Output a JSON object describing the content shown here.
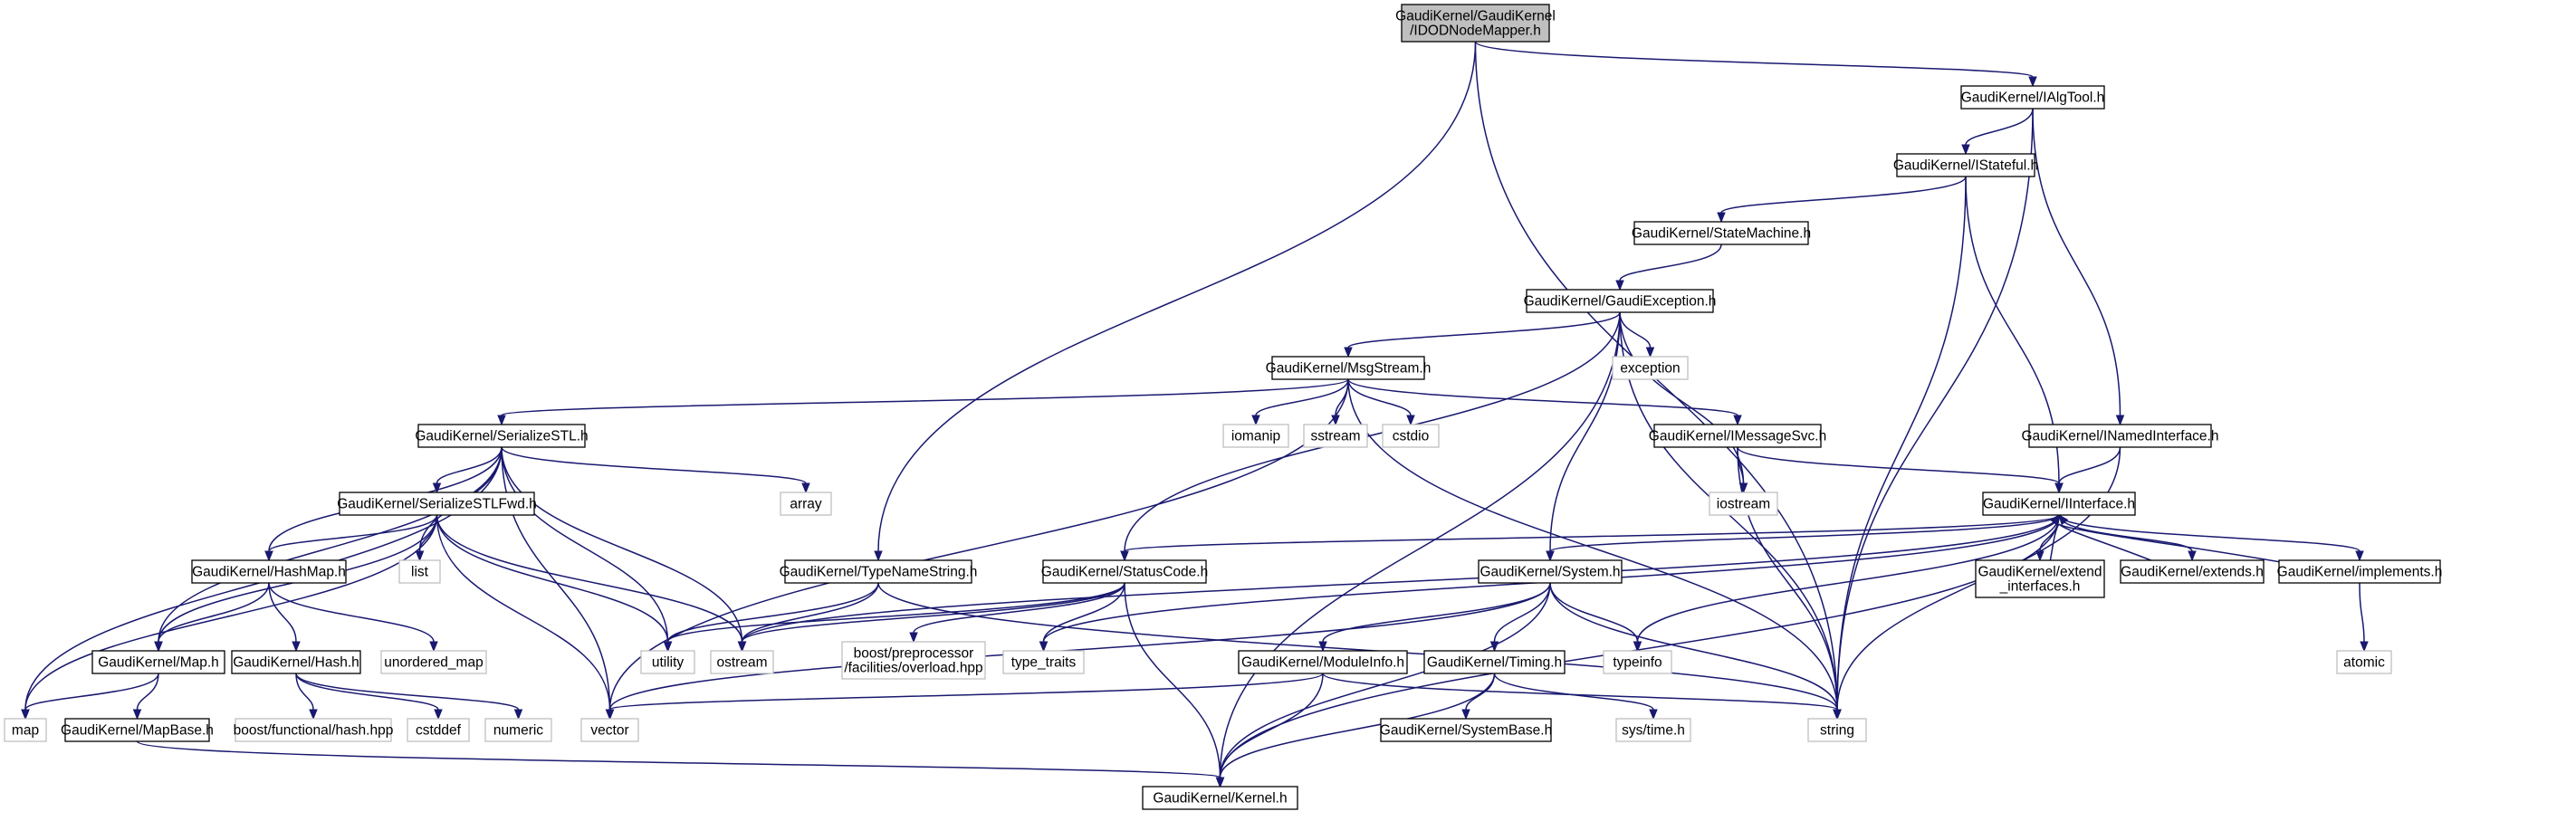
{
  "nodes": {
    "root": [
      "GaudiKernel/GaudiKernel",
      "/IDODNodeMapper.h"
    ],
    "ialgtool": [
      "GaudiKernel/IAlgTool.h"
    ],
    "istateful": [
      "GaudiKernel/IStateful.h"
    ],
    "statemachine": [
      "GaudiKernel/StateMachine.h"
    ],
    "gaudiexception": [
      "GaudiKernel/GaudiException.h"
    ],
    "exception": [
      "exception"
    ],
    "msgstream": [
      "GaudiKernel/MsgStream.h"
    ],
    "iomanip": [
      "iomanip"
    ],
    "sstream": [
      "sstream"
    ],
    "cstdio": [
      "cstdio"
    ],
    "imessagesvc": [
      "GaudiKernel/IMessageSvc.h"
    ],
    "inamedinterface": [
      "GaudiKernel/INamedInterface.h"
    ],
    "iostream": [
      "iostream"
    ],
    "serializestl": [
      "GaudiKernel/SerializeSTL.h"
    ],
    "array": [
      "array"
    ],
    "serializestlfwd": [
      "GaudiKernel/SerializeSTLFwd.h"
    ],
    "list": [
      "list"
    ],
    "hashmap": [
      "GaudiKernel/HashMap.h"
    ],
    "typenamestring": [
      "GaudiKernel/TypeNameString.h"
    ],
    "statuscode": [
      "GaudiKernel/StatusCode.h"
    ],
    "iinterface": [
      "GaudiKernel/IInterface.h"
    ],
    "system": [
      "GaudiKernel/System.h"
    ],
    "extend_interfaces": [
      "GaudiKernel/extend",
      "_interfaces.h"
    ],
    "extends": [
      "GaudiKernel/extends.h"
    ],
    "implements": [
      "GaudiKernel/implements.h"
    ],
    "atomic": [
      "atomic"
    ],
    "map_h": [
      "GaudiKernel/Map.h"
    ],
    "hash_h": [
      "GaudiKernel/Hash.h"
    ],
    "unordered_map": [
      "unordered_map"
    ],
    "utility": [
      "utility"
    ],
    "ostream": [
      "ostream"
    ],
    "boost_overload": [
      "boost/preprocessor",
      "/facilities/overload.hpp"
    ],
    "type_traits": [
      "type_traits"
    ],
    "moduleinfo": [
      "GaudiKernel/ModuleInfo.h"
    ],
    "timing": [
      "GaudiKernel/Timing.h"
    ],
    "typeinfo": [
      "typeinfo"
    ],
    "map": [
      "map"
    ],
    "mapbase": [
      "GaudiKernel/MapBase.h"
    ],
    "boost_hash": [
      "boost/functional/hash.hpp"
    ],
    "cstddef": [
      "cstddef"
    ],
    "numeric": [
      "numeric"
    ],
    "vector": [
      "vector"
    ],
    "systembase": [
      "GaudiKernel/SystemBase.h"
    ],
    "systime": [
      "sys/time.h"
    ],
    "string": [
      "string"
    ],
    "kernel": [
      "GaudiKernel/Kernel.h"
    ]
  }
}
